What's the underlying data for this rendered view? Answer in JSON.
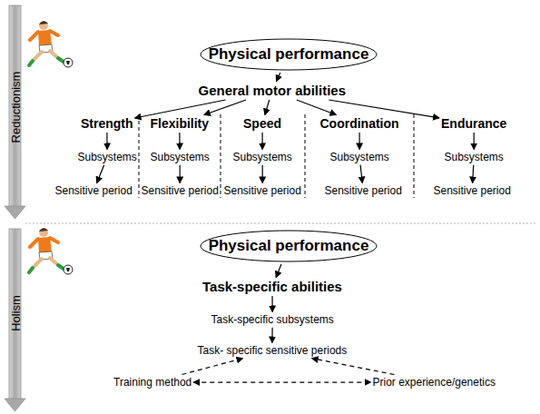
{
  "diagram": {
    "nodes": [
      {
        "text": [
          "Physical performance"
        ]
      },
      {
        "text": [
          "General motor abilities"
        ]
      },
      {
        "text": [
          "Strength"
        ]
      },
      {
        "text": [
          "Flexibility"
        ]
      },
      {
        "text": [
          "Speed"
        ]
      },
      {
        "text": [
          "Coordination"
        ]
      },
      {
        "text": [
          "Endurance"
        ]
      },
      {
        "text": [
          "Subsystems"
        ]
      },
      {
        "text": [
          "Subsystems"
        ]
      },
      {
        "text": [
          "Subsystems"
        ]
      },
      {
        "text": [
          "Subsystems"
        ]
      },
      {
        "text": [
          "Subsystems"
        ]
      },
      {
        "text": [
          "Sensitive period"
        ]
      },
      {
        "text": [
          "Sensitive period"
        ]
      },
      {
        "text": [
          "Sensitive period"
        ]
      },
      {
        "text": [
          "Sensitive period"
        ]
      },
      {
        "text": [
          "Sensitive period"
        ]
      },
      {
        "text": [
          "Physical performance"
        ]
      },
      {
        "text": [
          "Task-specific abilities"
        ]
      },
      {
        "text": [
          "Task-specific subsystems"
        ]
      },
      {
        "text": [
          "Task- specific sensitive periods"
        ]
      },
      {
        "text": [
          "Training method"
        ]
      },
      {
        "text": [
          "Prior experience/genetics"
        ]
      }
    ],
    "edges": [
      {
        "from": 0,
        "to": 1,
        "arrow": "to"
      },
      {
        "from": 1,
        "to": 2,
        "arrow": "to"
      },
      {
        "from": 1,
        "to": 3,
        "arrow": "to"
      },
      {
        "from": 1,
        "to": 4,
        "arrow": "to"
      },
      {
        "from": 1,
        "to": 5,
        "arrow": "to"
      },
      {
        "from": 1,
        "to": 6,
        "arrow": "to"
      },
      {
        "from": 2,
        "to": 7,
        "arrow": "to"
      },
      {
        "from": 3,
        "to": 8,
        "arrow": "to"
      },
      {
        "from": 4,
        "to": 9,
        "arrow": "to"
      },
      {
        "from": 5,
        "to": 10,
        "arrow": "to"
      },
      {
        "from": 6,
        "to": 11,
        "arrow": "to"
      },
      {
        "from": 7,
        "to": 12,
        "arrow": "to"
      },
      {
        "from": 8,
        "to": 13,
        "arrow": "to"
      },
      {
        "from": 9,
        "to": 14,
        "arrow": "to"
      },
      {
        "from": 10,
        "to": 15,
        "arrow": "to"
      },
      {
        "from": 11,
        "to": 16,
        "arrow": "to"
      },
      {
        "from": 17,
        "to": 18,
        "arrow": "to"
      },
      {
        "from": 18,
        "to": 19,
        "arrow": "to"
      },
      {
        "from": 19,
        "to": 20,
        "arrow": "to"
      },
      {
        "from": 21,
        "to": 20,
        "arrow": "to"
      },
      {
        "from": 22,
        "to": 20,
        "arrow": "to"
      },
      {
        "from": 21,
        "to": 22,
        "arrow": "both"
      }
    ],
    "labels": [
      "Reductionism",
      "Holism"
    ]
  }
}
